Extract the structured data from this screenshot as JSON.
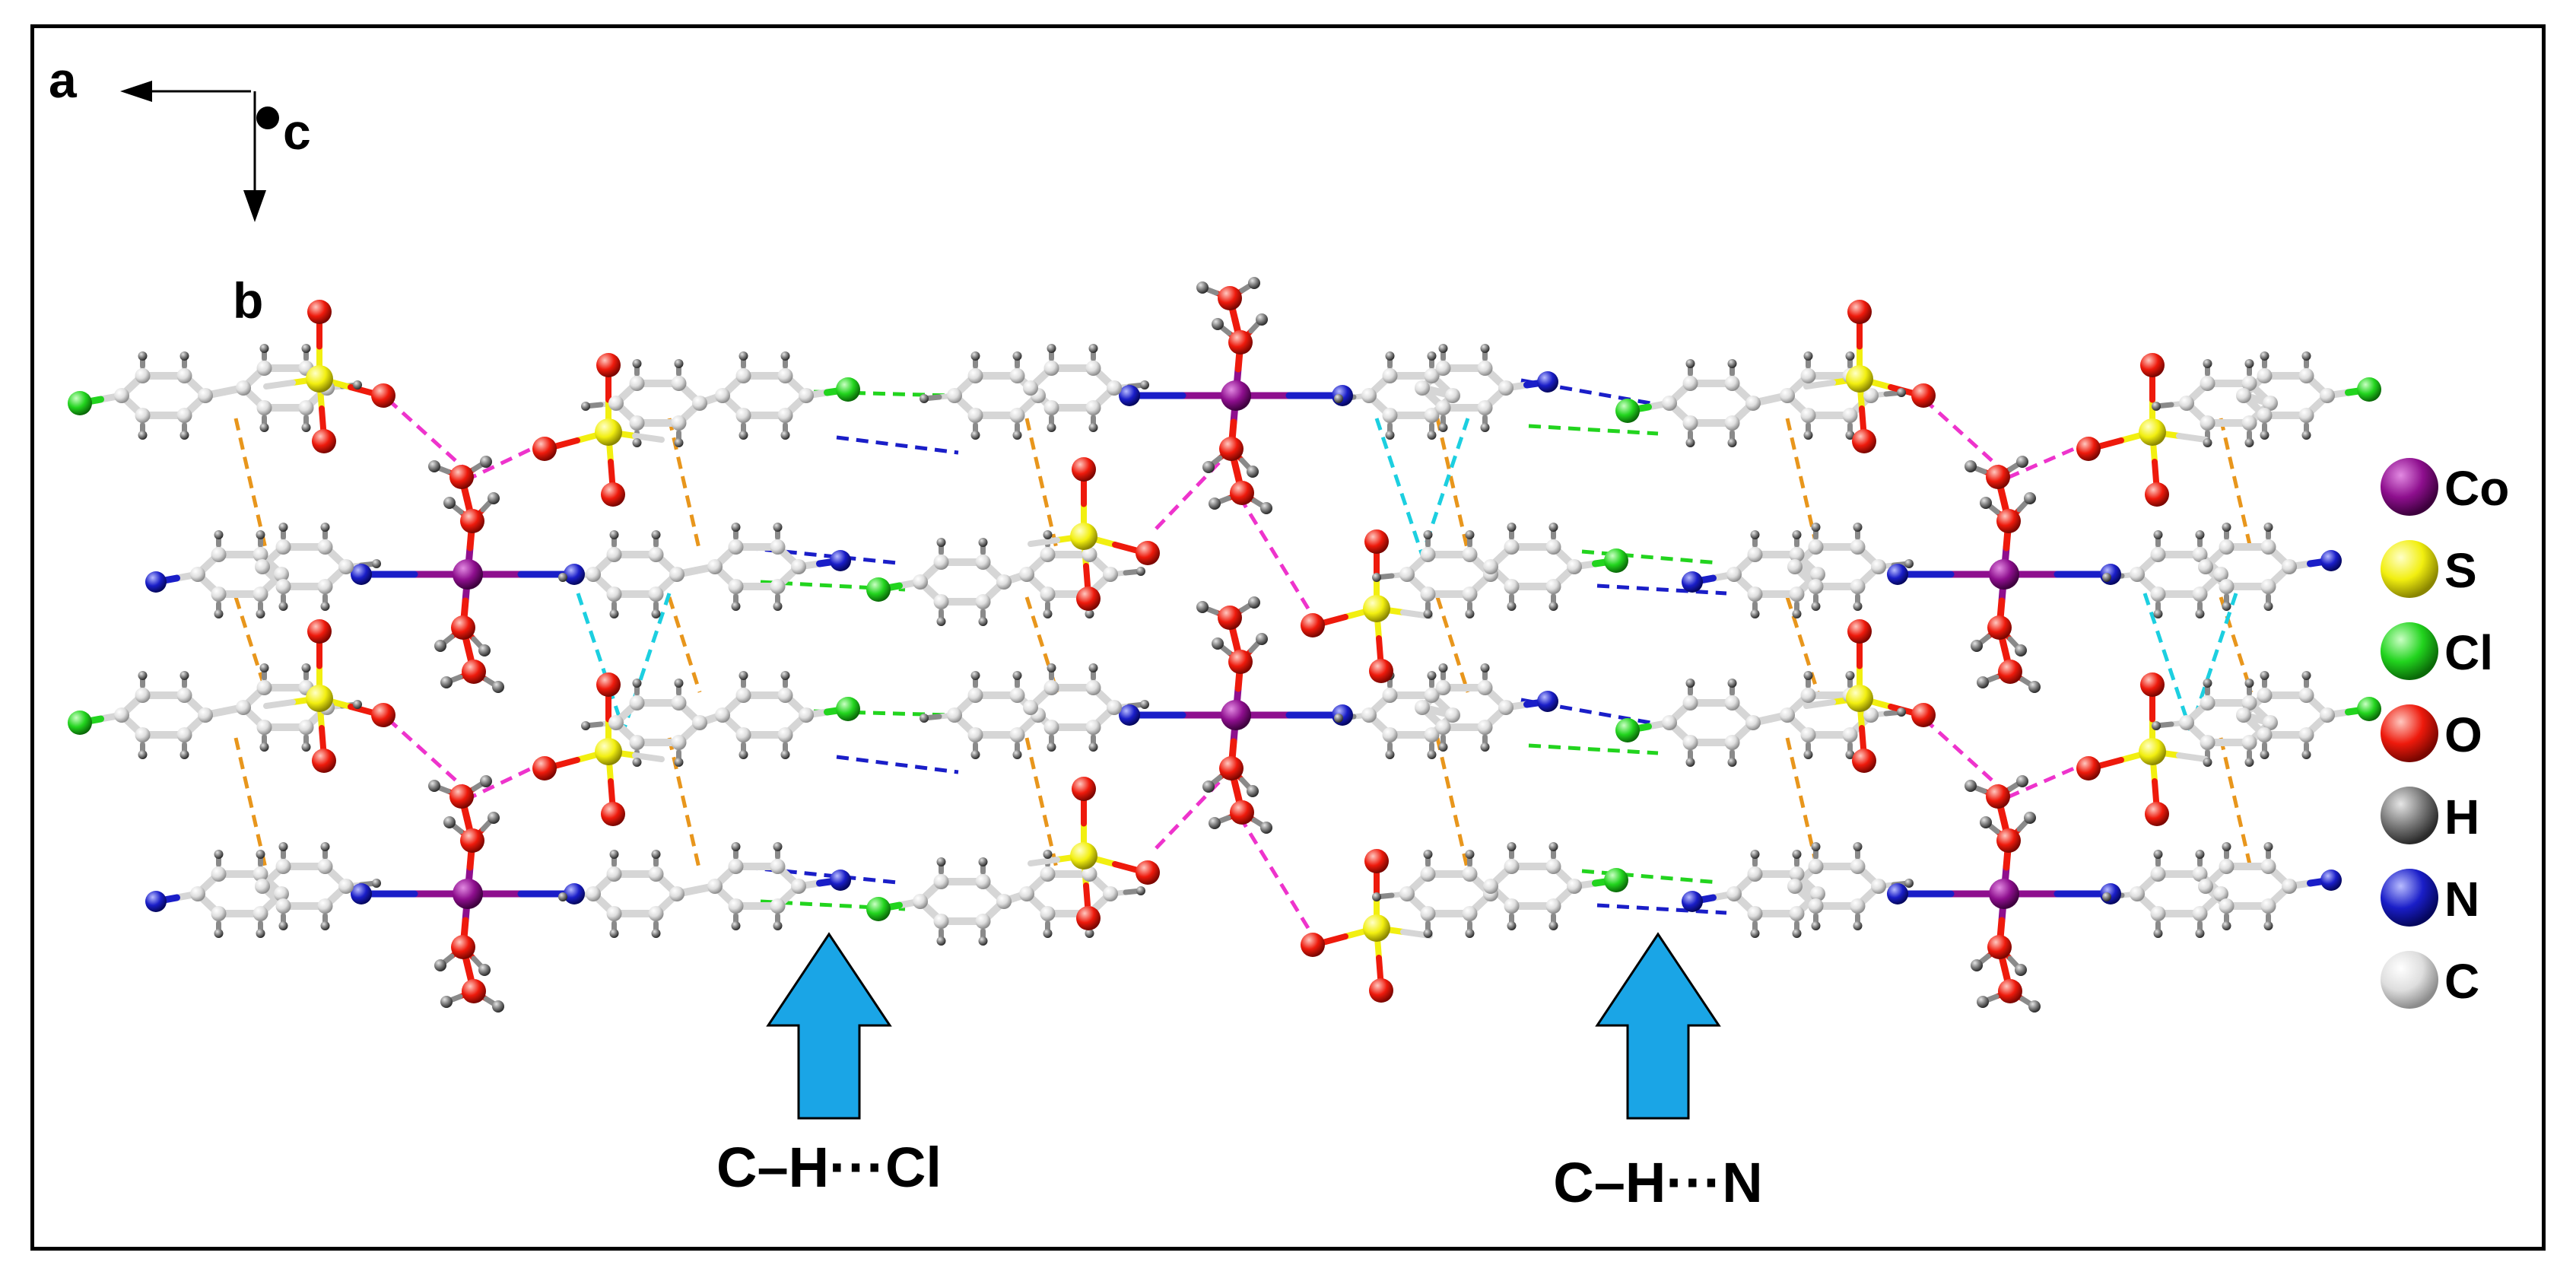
{
  "axes": {
    "a": "a",
    "b": "b",
    "c": "c"
  },
  "legend": [
    {
      "symbol": "Co",
      "color": "#8e0f8e"
    },
    {
      "symbol": "S",
      "color": "#f2ef10"
    },
    {
      "symbol": "Cl",
      "color": "#22d41e"
    },
    {
      "symbol": "O",
      "color": "#ee1a0c"
    },
    {
      "symbol": "H",
      "color": "#7c7c7c"
    },
    {
      "symbol": "N",
      "color": "#1a1ec8"
    },
    {
      "symbol": "C",
      "color": "#dedede"
    }
  ],
  "callouts": [
    {
      "label": "C–H···Cl",
      "arrow_color": "#1aa5e6"
    },
    {
      "label": "C–H···N",
      "arrow_color": "#1aa5e6"
    }
  ],
  "interaction_colors": {
    "pi_stacking": "#e8961c",
    "sulfonate_water": "#ee33cc",
    "ch_cl": "#22d41e",
    "ch_n": "#1a1ec8",
    "ch_pi": "#1ccfe0"
  }
}
